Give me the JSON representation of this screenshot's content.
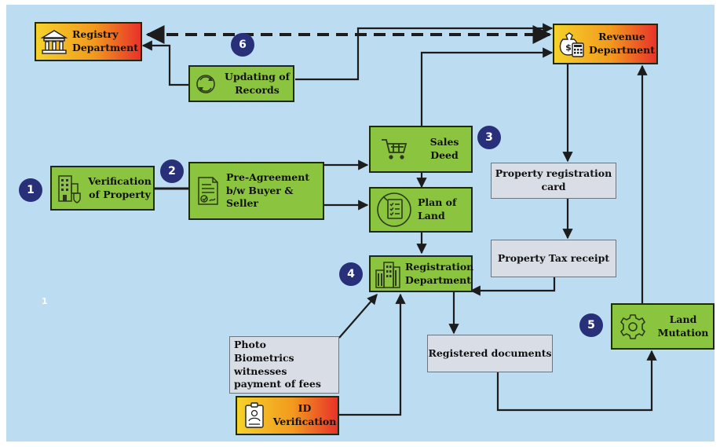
{
  "nodes": {
    "registry": "Registry Department",
    "revenue": "Revenue Department",
    "updating": "Updating of Records",
    "verification": "Verification of Property",
    "pre_agreement": "Pre-Agreement b/w Buyer & Seller",
    "sales_deed": "Sales Deed",
    "plan_of_land": "Plan of Land",
    "registration": "Registration Department",
    "property_card": "Property registration card",
    "tax_receipt": "Property Tax receipt",
    "registered_docs": "Registered documents",
    "land_mutation": "Land Mutation",
    "photo_box": "Photo\nBiometrics\nwitnesses\npayment of fees",
    "id_verification": "ID Verification"
  },
  "steps": [
    "1",
    "2",
    "3",
    "4",
    "5",
    "6"
  ],
  "stray_mark": "1",
  "colors": {
    "background": "#bcdcf1",
    "green_box": "#8bc53f",
    "grey_box": "#d9dde6",
    "gradient_start": "#f5d22a",
    "gradient_end": "#e8322a",
    "step_circle": "#28307a",
    "arrow": "#1c1c1c"
  },
  "icons": {
    "registry": "bank-building-icon",
    "revenue": "money-bag-calculator-icon",
    "updating": "refresh-cycle-icon",
    "verification": "building-shield-icon",
    "pre_agreement": "contract-document-icon",
    "sales_deed": "shopping-cart-icon",
    "plan_of_land": "checklist-plan-icon",
    "registration": "office-buildings-icon",
    "land_mutation": "gear-icon",
    "id_verification": "id-badge-icon"
  }
}
